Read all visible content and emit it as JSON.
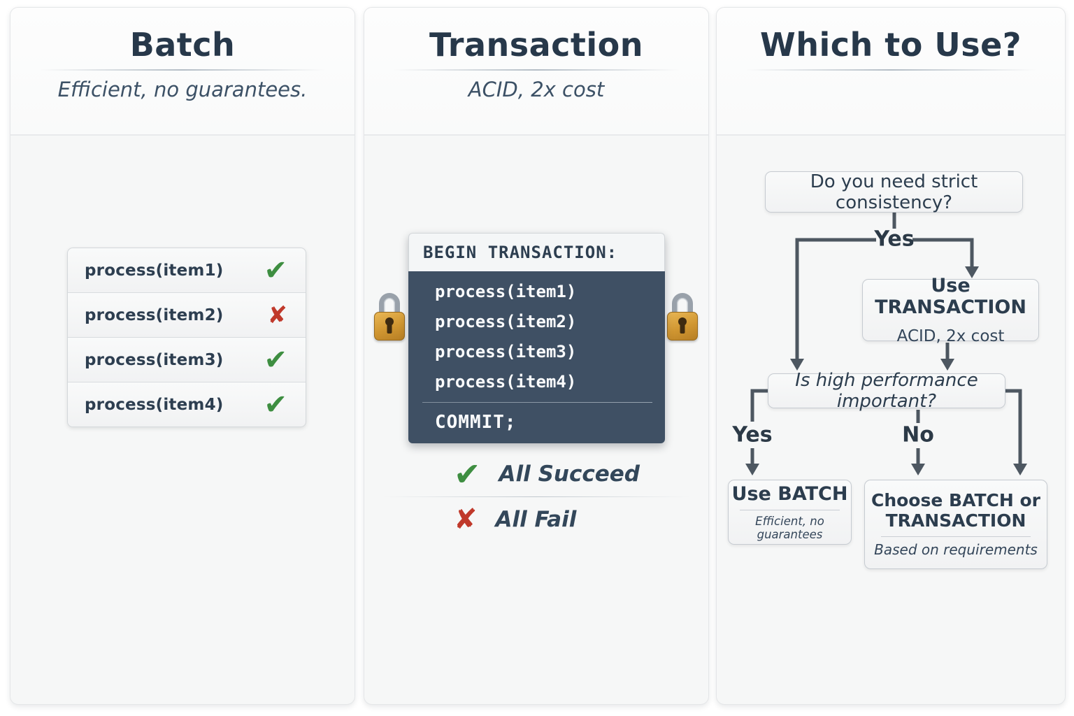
{
  "icons": {
    "check": "✔",
    "cross": "✘",
    "lock": "padlock"
  },
  "colors": {
    "success_green": "#3e8e41",
    "fail_red": "#c0392b",
    "dark_slate_text": "#2d3e50",
    "code_block_bg": "#3f5064",
    "lock_gold": "#d09631",
    "connector_gray": "#4d5761"
  },
  "batch": {
    "title": "Batch",
    "subtitle": "Efficient, no guarantees.",
    "items": [
      {
        "code": "process(item1)",
        "status": "success"
      },
      {
        "code": "process(item2)",
        "status": "fail"
      },
      {
        "code": "process(item3)",
        "status": "success"
      },
      {
        "code": "process(item4)",
        "status": "success"
      }
    ]
  },
  "transaction": {
    "title": "Transaction",
    "subtitle": "ACID, 2x cost",
    "code_block": {
      "header": "BEGIN TRANSACTION:",
      "lines": [
        "process(item1)",
        "process(item2)",
        "process(item3)",
        "process(item4)"
      ],
      "footer": "COMMIT;"
    },
    "outcomes": [
      {
        "label": "All Succeed",
        "status": "success"
      },
      {
        "label": "All Fail",
        "status": "fail"
      }
    ]
  },
  "decision": {
    "title": "Which to Use?",
    "question1": "Do you need strict consistency?",
    "answer1": "Yes",
    "transaction_box": {
      "title": "Use TRANSACTION",
      "subtitle": "ACID, 2x cost"
    },
    "question2": "Is high performance important?",
    "answer_yes": "Yes",
    "answer_no": "No",
    "batch_box": {
      "title": "Use BATCH",
      "subtitle": "Efficient, no guarantees"
    },
    "either_box": {
      "title_line1": "Choose BATCH or",
      "title_line2": "TRANSACTION",
      "subtitle": "Based on requirements"
    }
  }
}
